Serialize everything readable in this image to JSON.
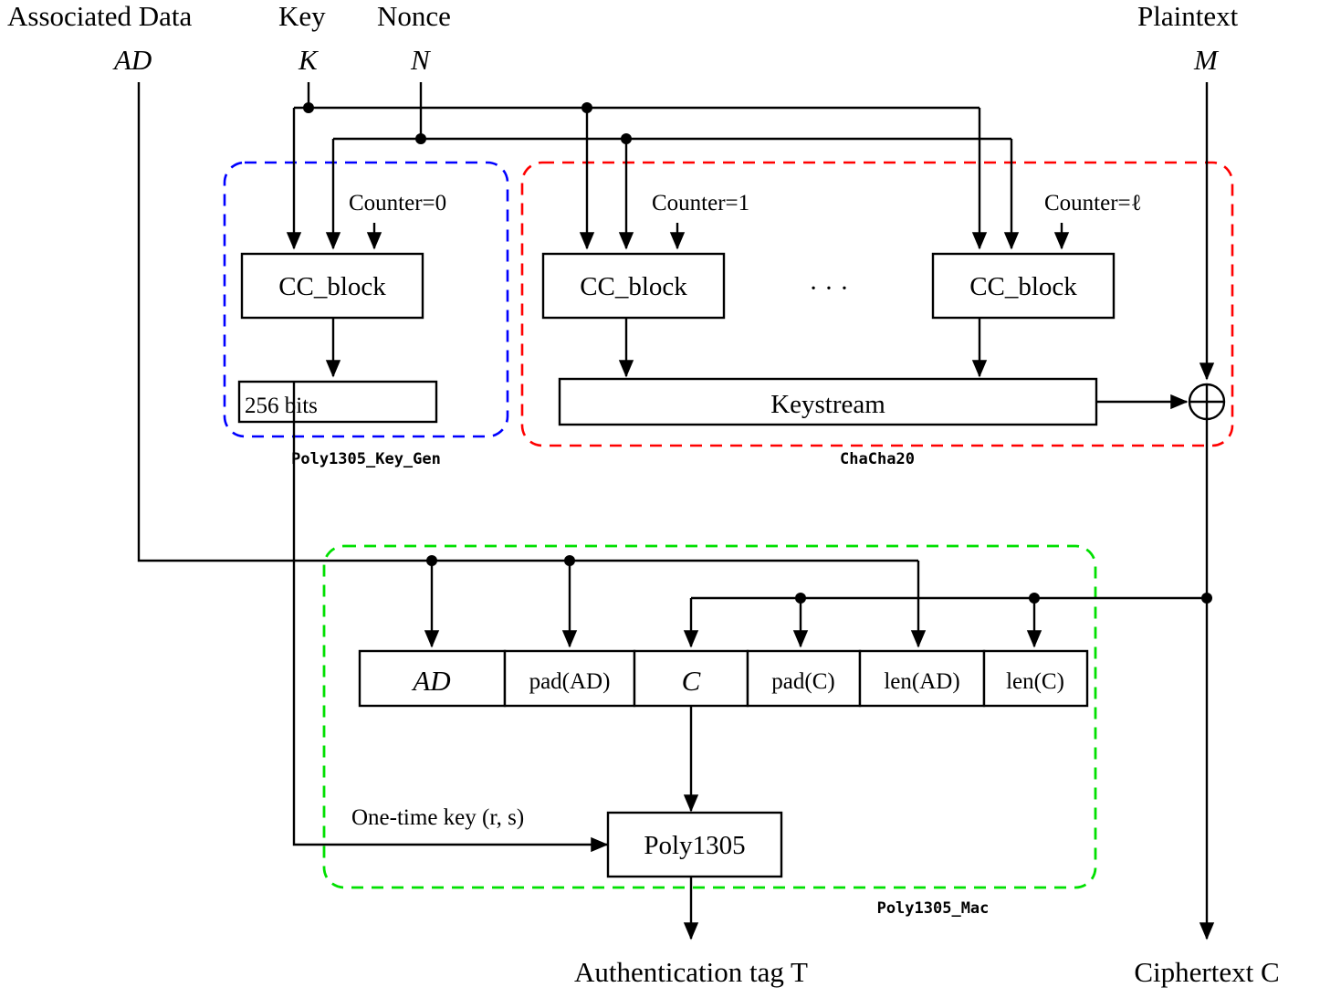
{
  "diagram": {
    "title": "ChaCha20-Poly1305 AEAD construction",
    "inputs": [
      {
        "id": "ad",
        "label": "Associated Data",
        "symbol": "AD"
      },
      {
        "id": "key",
        "label": "Key",
        "symbol": "K"
      },
      {
        "id": "nonce",
        "label": "Nonce",
        "symbol": "N"
      },
      {
        "id": "plaintext",
        "label": "Plaintext",
        "symbol": "M"
      }
    ],
    "outputs": [
      {
        "id": "tag",
        "label": "Authentication tag T"
      },
      {
        "id": "ciphertext",
        "label": "Ciphertext C"
      }
    ],
    "groups": [
      {
        "id": "keygen",
        "label": "Poly1305_Key_Gen",
        "color": "#0000ff"
      },
      {
        "id": "chacha20",
        "label": "ChaCha20",
        "color": "#ff0000"
      },
      {
        "id": "mac",
        "label": "Poly1305_Mac",
        "color": "#00e000"
      }
    ],
    "counters": [
      {
        "id": "c0",
        "label": "Counter=0"
      },
      {
        "id": "c1",
        "label": "Counter=1"
      },
      {
        "id": "cl",
        "label": "Counter=ℓ"
      }
    ],
    "blocks": [
      {
        "id": "cc0",
        "label": "CC_block"
      },
      {
        "id": "cc1",
        "label": "CC_block"
      },
      {
        "id": "ccl",
        "label": "CC_block"
      },
      {
        "id": "keybits",
        "label": "256 bits"
      },
      {
        "id": "keystream",
        "label": "Keystream"
      },
      {
        "id": "poly1305",
        "label": "Poly1305"
      }
    ],
    "ellipsis": "· · ·",
    "mac_cells": [
      {
        "id": "cell-ad",
        "label": "AD",
        "italic": true
      },
      {
        "id": "cell-pad-ad",
        "label": "pad(AD)",
        "italic": false
      },
      {
        "id": "cell-c",
        "label": "C",
        "italic": true
      },
      {
        "id": "cell-pad-c",
        "label": "pad(C)",
        "italic": false
      },
      {
        "id": "cell-len-ad",
        "label": "len(AD)",
        "italic": false
      },
      {
        "id": "cell-len-c",
        "label": "len(C)",
        "italic": false
      }
    ],
    "onetime_key": "One-time key (r, s)",
    "xor_symbol": "⊕"
  }
}
